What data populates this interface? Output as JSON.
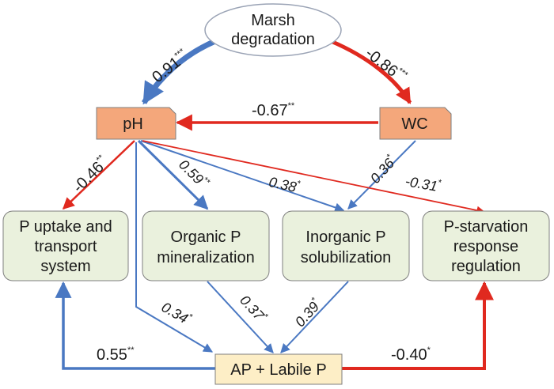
{
  "colors": {
    "blue": "#4a78c2",
    "red": "#e0291f",
    "box_fill": "#eaf1dd",
    "box_stroke": "#7f7f7f",
    "orange": "#f4a77b",
    "ap_fill": "#fdeec6"
  },
  "nodes": {
    "marsh": [
      "Marsh",
      "degradation"
    ],
    "ph": "pH",
    "wc": "WC",
    "uptake": [
      "P uptake and",
      "transport",
      "system"
    ],
    "organic": [
      "Organic P",
      "mineralization"
    ],
    "inorganic": [
      "Inorganic P",
      "solubilization"
    ],
    "starvation": [
      "P-starvation",
      "response",
      "regulation"
    ],
    "ap": "AP + Labile P"
  },
  "paths": {
    "marsh_ph": {
      "coef": "0.91",
      "sig": "***"
    },
    "marsh_wc": {
      "coef": "-0.86",
      "sig": "***"
    },
    "wc_ph": {
      "coef": "-0.67",
      "sig": "**"
    },
    "ph_uptake": {
      "coef": "-0.46",
      "sig": "**"
    },
    "ph_organic": {
      "coef": "0.59",
      "sig": "**"
    },
    "ph_inorganic": {
      "coef": "0.38",
      "sig": "*"
    },
    "wc_inorganic": {
      "coef": "0.36",
      "sig": "*"
    },
    "ph_starvation": {
      "coef": "-0.31",
      "sig": "*"
    },
    "ph_ap": {
      "coef": "0.34",
      "sig": "*"
    },
    "organic_ap": {
      "coef": "0.37",
      "sig": "*"
    },
    "inorganic_ap": {
      "coef": "0.39",
      "sig": "*"
    },
    "ap_uptake": {
      "coef": "0.55",
      "sig": "**"
    },
    "ap_starvation": {
      "coef": "-0.40",
      "sig": "*"
    }
  }
}
